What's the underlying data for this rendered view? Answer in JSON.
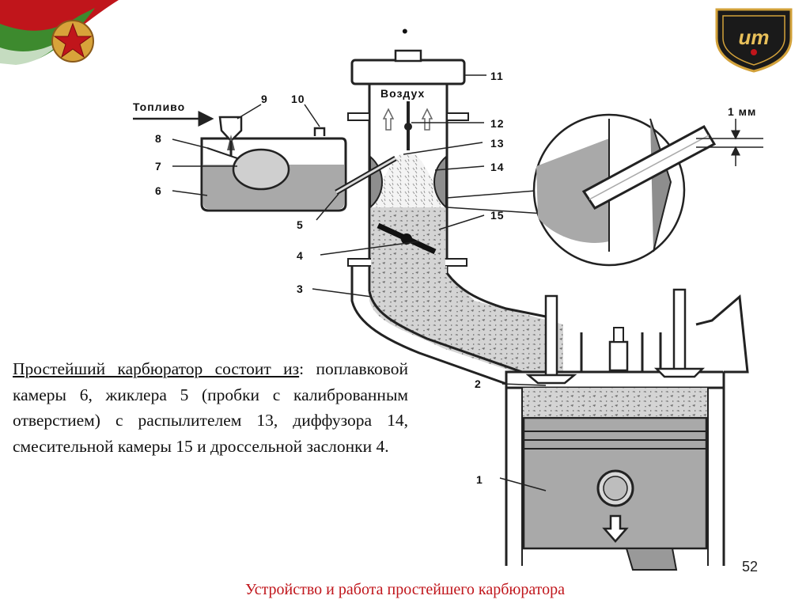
{
  "diagram": {
    "labels": {
      "fuel": "Топливо",
      "air": "Воздух",
      "gap": "1 мм",
      "n1": "1",
      "n2": "2",
      "n3": "3",
      "n4": "4",
      "n5": "5",
      "n6": "6",
      "n7": "7",
      "n8": "8",
      "n9": "9",
      "n10": "10",
      "n11": "11",
      "n12": "12",
      "n13": "13",
      "n14": "14",
      "n15": "15"
    }
  },
  "description": {
    "lead": "Простейший карбюратор состоит из",
    "body": ": поплавковой камеры 6, жиклера 5 (пробки с калиброванным отверстием) с распылителем 13, диффузора 14, смесительной камеры 15 и дроссельной заслонки 4."
  },
  "page_number": "52",
  "caption": "Устройство и работа простейшего карбюратора",
  "colors": {
    "accent_red": "#c0151b",
    "flag_green": "#3d8a2e",
    "fuel_gray": "#a9a9a9",
    "mixture_gray": "#b9b9b9"
  }
}
